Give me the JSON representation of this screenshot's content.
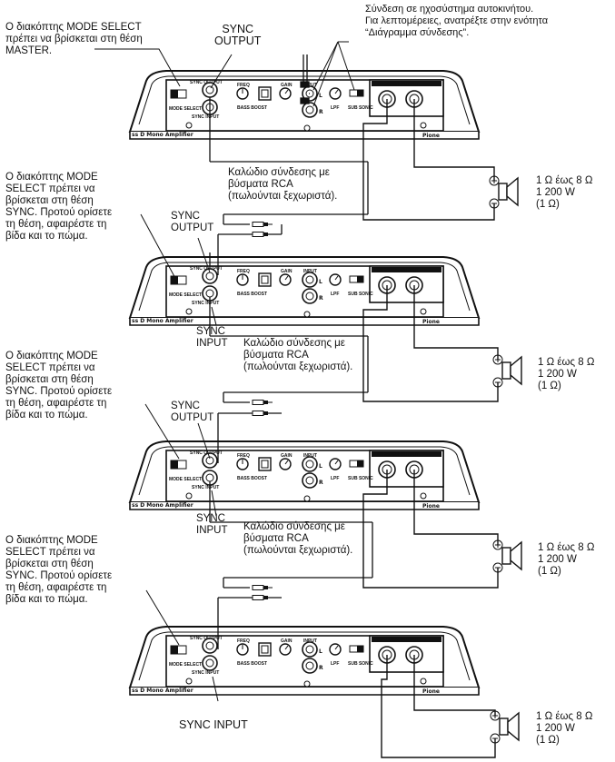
{
  "notes": {
    "master": "Ο διακόπτης MODE SELECT\nπρέπει να βρίσκεται στη θέση\nMASTER.",
    "top_connection": "Σύνδεση σε ηχοσύστημα αυτοκινήτου.\nΓια λεπτομέρειες, ανατρέξτε στην ενότητα\n“Διάγραμμα σύνδεσης”.",
    "sync": "Ο διακόπτης MODE\nSELECT πρέπει να\nβρίσκεται στη θέση\nSYNC. Προτού ορίσετε\nτη θέση, αφαιρέστε τη\nβίδα και το πώμα.",
    "rca_cable": "Καλώδιο σύνδεσης με\nβύσματα RCA\n(πωλούνται ξεχωριστά).",
    "speaker": "1 Ω έως 8 Ω\n1 200 W\n(1 Ω)"
  },
  "labels": {
    "sync_output": "SYNC\nOUTPUT",
    "sync_input": "SYNC\nINPUT",
    "sync_input_single": "SYNC INPUT"
  },
  "panel": {
    "freq": "FREQ",
    "gain": "GAIN",
    "input": "INPUT",
    "bass_boost": "BASS BOOST",
    "lpf": "LPF",
    "sub_sonic": "SUB SONIC",
    "speaker_output": "SPEAKER OUTPUT",
    "mode_select": "MODE SELECT",
    "sync_output": "SYNC OUTPUT",
    "sync_input": "SYNC INPUT",
    "model": "ss D Mono Amplifier",
    "brand": "Pione",
    "left": "L",
    "right": "R"
  },
  "colors": {
    "line": "#111111",
    "background": "#ffffff"
  }
}
